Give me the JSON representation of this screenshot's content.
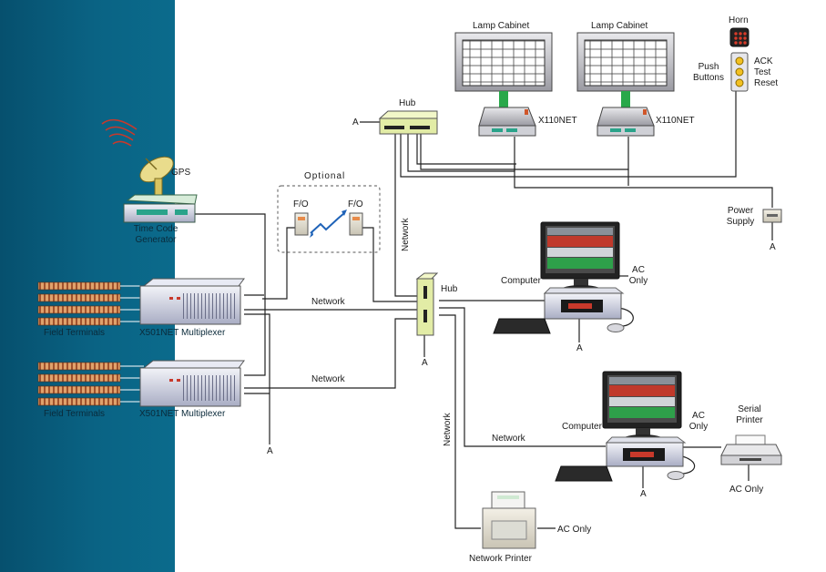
{
  "labels": {
    "lamp_cabinet_1": "Lamp Cabinet",
    "lamp_cabinet_2": "Lamp Cabinet",
    "horn": "Horn",
    "push_buttons": "Push\nButtons",
    "ack": "ACK",
    "test": "Test",
    "reset": "Reset",
    "x110net_1": "X110NET",
    "x110net_2": "X110NET",
    "hub_top": "Hub",
    "hub_center": "Hub",
    "optional": "Optional",
    "fo_1": "F/O",
    "fo_2": "F/O",
    "gps": "GPS",
    "time_code_generator": "Time Code\nGenerator",
    "network_vertical_1": "Network",
    "network_vertical_2": "Network",
    "network_1": "Network",
    "network_2": "Network",
    "network_3": "Network",
    "power_supply": "Power\nSupply",
    "computer_1": "Computer",
    "computer_2": "Computer",
    "ac_only_comp1": "AC\nOnly",
    "ac_only_comp2": "AC\nOnly",
    "ac_only_serial": "AC Only",
    "ac_only_netprinter": "AC Only",
    "serial_printer": "Serial\nPrinter",
    "network_printer": "Network Printer",
    "field_terminals_1": "Field Terminals",
    "field_terminals_2": "Field Terminals",
    "multiplexer_1": "X501NET Multiplexer",
    "multiplexer_2": "X501NET Multiplexer",
    "a_hub_top": "A",
    "a_power": "A",
    "a_hub_center": "A",
    "a_comp1": "A",
    "a_comp2": "A",
    "a_mux": "A"
  },
  "colors": {
    "panel": "#0a6384",
    "cable": "#222222",
    "hub_fill": "#e2eca6",
    "lamp_stem": "#29a84a",
    "screen_red": "#c0392b",
    "screen_green": "#2ea04a"
  }
}
